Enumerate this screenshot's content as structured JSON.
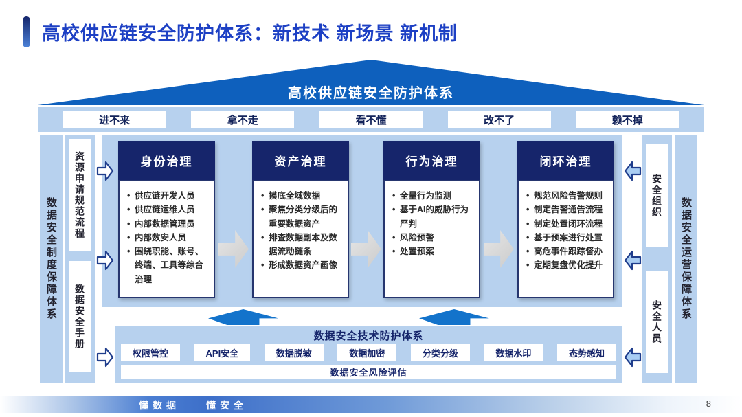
{
  "slide": {
    "title": "高校供应链安全防护体系：新技术 新场景 新机制",
    "page_number": "8"
  },
  "roof": {
    "label": "高校供应链安全防护体系"
  },
  "threats": [
    "进不来",
    "拿不走",
    "看不懂",
    "改不了",
    "赖不掉"
  ],
  "left_sidebar": {
    "title": "数据安全制度保障体系",
    "items": [
      "资源申请规范流程",
      "数据安全手册"
    ]
  },
  "right_sidebar": {
    "title": "数据安全运营保障体系",
    "items": [
      "安全组织",
      "安全人员"
    ]
  },
  "columns": [
    {
      "header": "身份治理",
      "bullets": [
        "供应链开发人员",
        "供应链运维人员",
        "内部数据管理员",
        "内部数安人员",
        "围绕职能、账号、终端、工具等综合治理"
      ]
    },
    {
      "header": "资产治理",
      "bullets": [
        "摸底全域数据",
        "聚焦分类分级后的重要数据资产",
        "排查数据副本及数据流动链条",
        "形成数据资产画像"
      ]
    },
    {
      "header": "行为治理",
      "bullets": [
        "全量行为监测",
        "基于AI的威胁行为严判",
        "风险预警",
        "处置预案"
      ]
    },
    {
      "header": "闭环治理",
      "bullets": [
        "规范风险告警规则",
        "制定告警通告流程",
        "制定处置闭环流程",
        "基于预案进行处置",
        "高危事件跟踪督办",
        "定期复盘优化提升"
      ]
    }
  ],
  "tech_panel": {
    "title": "数据安全技术防护体系",
    "chips": [
      "权限管控",
      "API安全",
      "数据脱敏",
      "数据加密",
      "分类分级",
      "数据水印",
      "态势感知"
    ],
    "assessment": "数据安全风险评估"
  },
  "footer": {
    "labels": [
      "懂数据",
      "懂安全"
    ]
  },
  "colors": {
    "roof_blue": "#0e60bd",
    "panel_light_blue": "#b7d1ee",
    "header_navy": "#16256b",
    "up_arrow_blue": "#1373cb",
    "title_blue": "#1d40c4",
    "arrow_outline_navy": "#1f3d8c"
  }
}
